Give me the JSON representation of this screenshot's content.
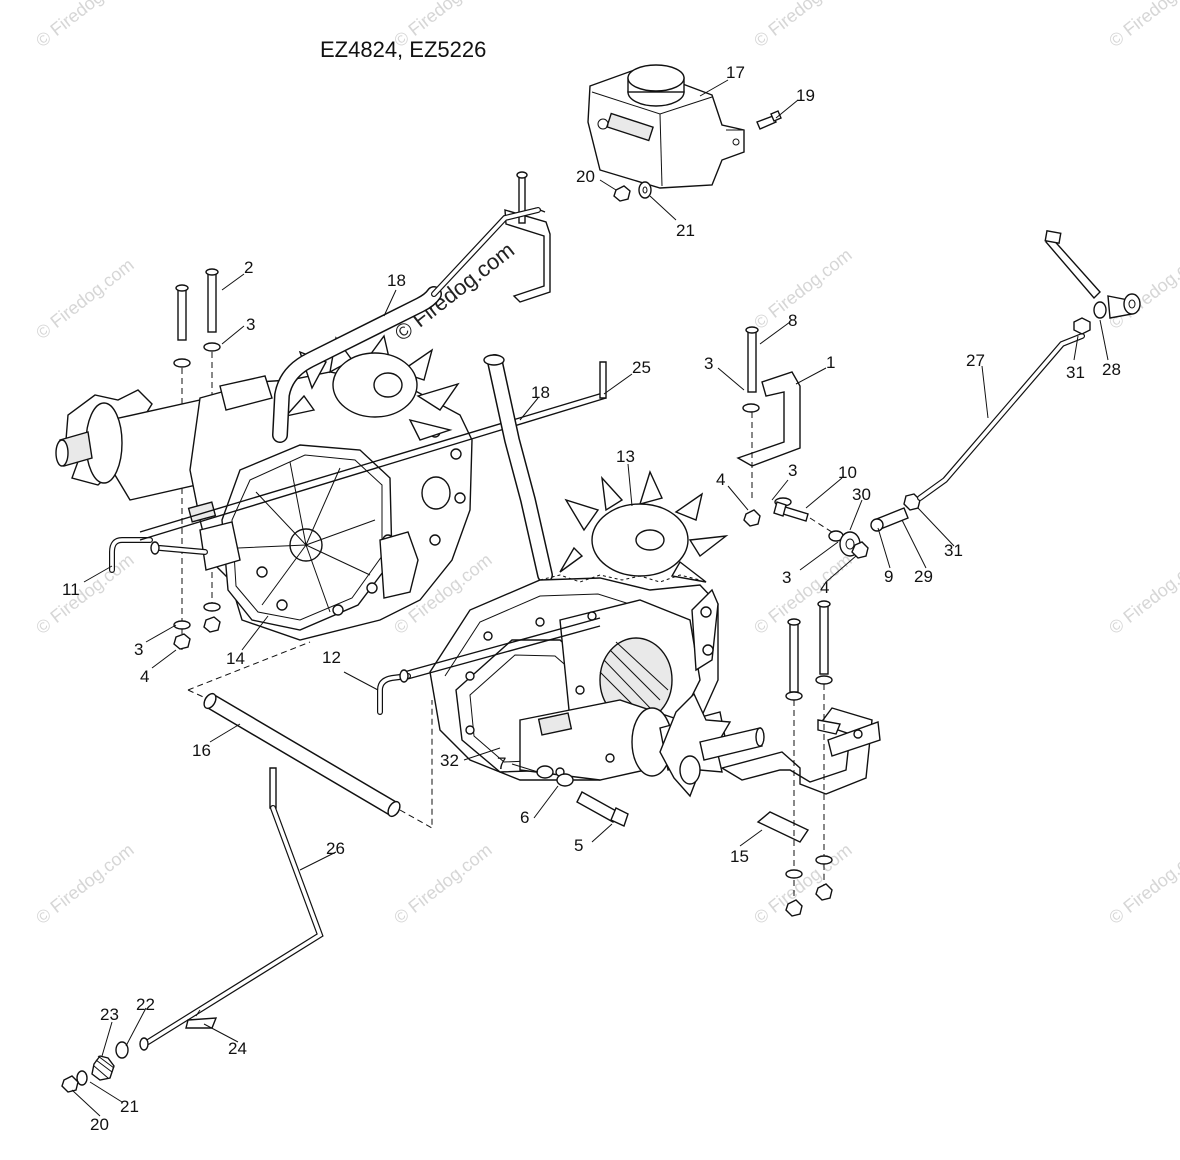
{
  "title": "EZ4824, EZ5226",
  "watermark_text": "© Firedog.com",
  "callouts": [
    {
      "id": "c17",
      "label": "17"
    },
    {
      "id": "c19",
      "label": "19"
    },
    {
      "id": "c20a",
      "label": "20"
    },
    {
      "id": "c21a",
      "label": "21"
    },
    {
      "id": "c2",
      "label": "2"
    },
    {
      "id": "c3a",
      "label": "3"
    },
    {
      "id": "c18a",
      "label": "18"
    },
    {
      "id": "c8",
      "label": "8"
    },
    {
      "id": "c3b",
      "label": "3"
    },
    {
      "id": "c1",
      "label": "1"
    },
    {
      "id": "c27",
      "label": "27"
    },
    {
      "id": "c31a",
      "label": "31"
    },
    {
      "id": "c28",
      "label": "28"
    },
    {
      "id": "c25",
      "label": "25"
    },
    {
      "id": "c18b",
      "label": "18"
    },
    {
      "id": "c13",
      "label": "13"
    },
    {
      "id": "c4a",
      "label": "4"
    },
    {
      "id": "c3c",
      "label": "3"
    },
    {
      "id": "c10",
      "label": "10"
    },
    {
      "id": "c30",
      "label": "30"
    },
    {
      "id": "c11",
      "label": "11"
    },
    {
      "id": "c3d",
      "label": "3"
    },
    {
      "id": "c4b",
      "label": "4"
    },
    {
      "id": "c9",
      "label": "9"
    },
    {
      "id": "c29",
      "label": "29"
    },
    {
      "id": "c31b",
      "label": "31"
    },
    {
      "id": "c3e",
      "label": "3"
    },
    {
      "id": "c4c",
      "label": "4"
    },
    {
      "id": "c14",
      "label": "14"
    },
    {
      "id": "c12",
      "label": "12"
    },
    {
      "id": "c16",
      "label": "16"
    },
    {
      "id": "c32",
      "label": "32"
    },
    {
      "id": "c7",
      "label": "7"
    },
    {
      "id": "c6",
      "label": "6"
    },
    {
      "id": "c5",
      "label": "5"
    },
    {
      "id": "c15",
      "label": "15"
    },
    {
      "id": "c26",
      "label": "26"
    },
    {
      "id": "c23",
      "label": "23"
    },
    {
      "id": "c22",
      "label": "22"
    },
    {
      "id": "c24",
      "label": "24"
    },
    {
      "id": "c21b",
      "label": "21"
    },
    {
      "id": "c20b",
      "label": "20"
    }
  ]
}
